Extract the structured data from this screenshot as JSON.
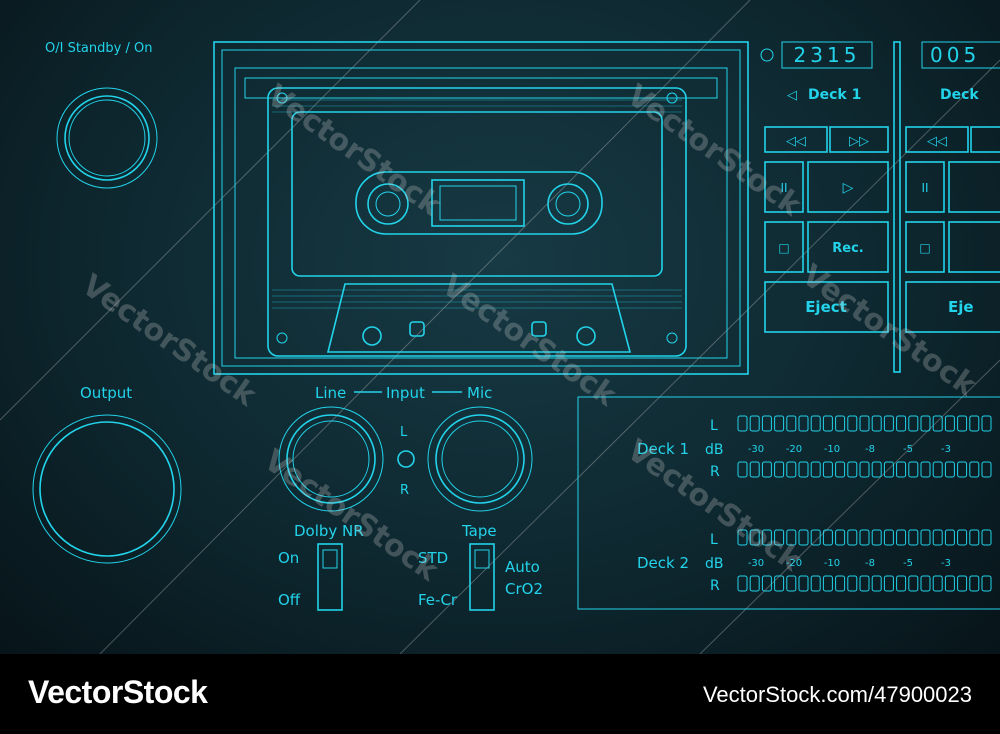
{
  "accent_color": "#22d3ea",
  "power": {
    "label": "O/I Standby / On"
  },
  "output": {
    "label": "Output"
  },
  "input": {
    "line": "Line",
    "input": "Input",
    "mic": "Mic",
    "l": "L",
    "r": "R"
  },
  "dolby": {
    "label": "Dolby NR",
    "on": "On",
    "off": "Off"
  },
  "tape": {
    "label": "Tape",
    "std": "STD",
    "fecr": "Fe-Cr",
    "auto": "Auto",
    "cro2": "CrO2"
  },
  "deck1": {
    "counter": "2315",
    "label": "Deck 1",
    "rew": "◁◁",
    "ff": "▷▷",
    "pause": "II",
    "play": "▷",
    "stop": "□",
    "rec": "Rec.",
    "eject": "Eject"
  },
  "deck2": {
    "counter": "005",
    "label": "Deck",
    "rew": "◁◁",
    "pause": "II",
    "stop": "□",
    "eject": "Eje"
  },
  "meters": {
    "db_label": "dB",
    "l": "L",
    "r": "R",
    "scale": [
      "-30",
      "-20",
      "-10",
      "-8",
      "-5",
      "-3"
    ],
    "decks": [
      {
        "label": "Deck 1"
      },
      {
        "label": "Deck 2"
      }
    ]
  },
  "watermark": "VectorStock",
  "footer": {
    "brand": "VectorStock",
    "image_id": "VectorStock.com/47900023"
  }
}
